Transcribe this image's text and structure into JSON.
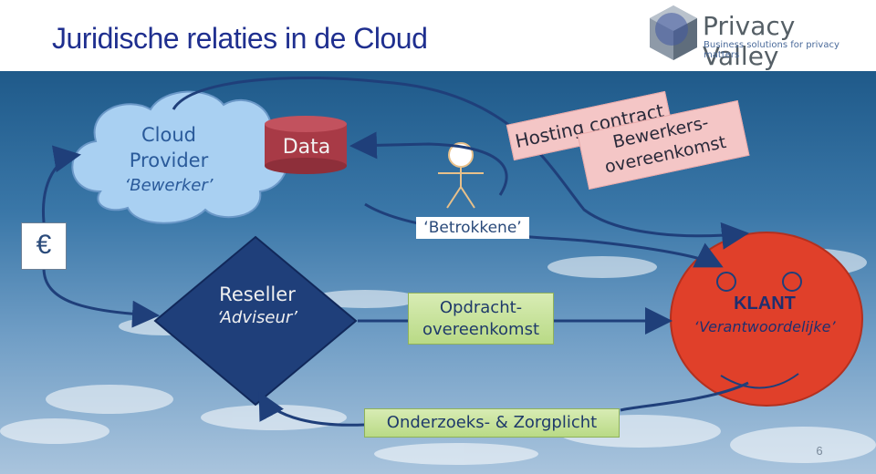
{
  "header": {
    "title": "Juridische relaties in de Cloud",
    "logo_name": "Privacy Valley",
    "logo_tagline": "Business solutions for privacy matters"
  },
  "diagram": {
    "cloud": {
      "line1": "Cloud",
      "line2": "Provider",
      "role": "‘Bewerker’"
    },
    "data": "Data",
    "hosting_contract": "Hosting contract",
    "bewerkers": {
      "line1": "Bewerkers-",
      "line2": "overeenkomst"
    },
    "betrokkene": "‘Betrokkene’",
    "euro": "€",
    "reseller": {
      "line1": "Reseller",
      "role": "‘Adviseur’"
    },
    "opdracht": {
      "line1": "Opdracht-",
      "line2": "overeenkomst"
    },
    "klant": {
      "line1": "KLANT",
      "role": "‘Verantwoordelijke’"
    },
    "onderzoeks": "Onderzoeks- & Zorgplicht"
  },
  "colors": {
    "title": "#1f2f8f",
    "klant_fill": "#e0402a",
    "reseller_fill": "#1f3f7a",
    "data_fill": "#a83a46",
    "arrow": "#1f3f7a"
  },
  "page_number": "6"
}
